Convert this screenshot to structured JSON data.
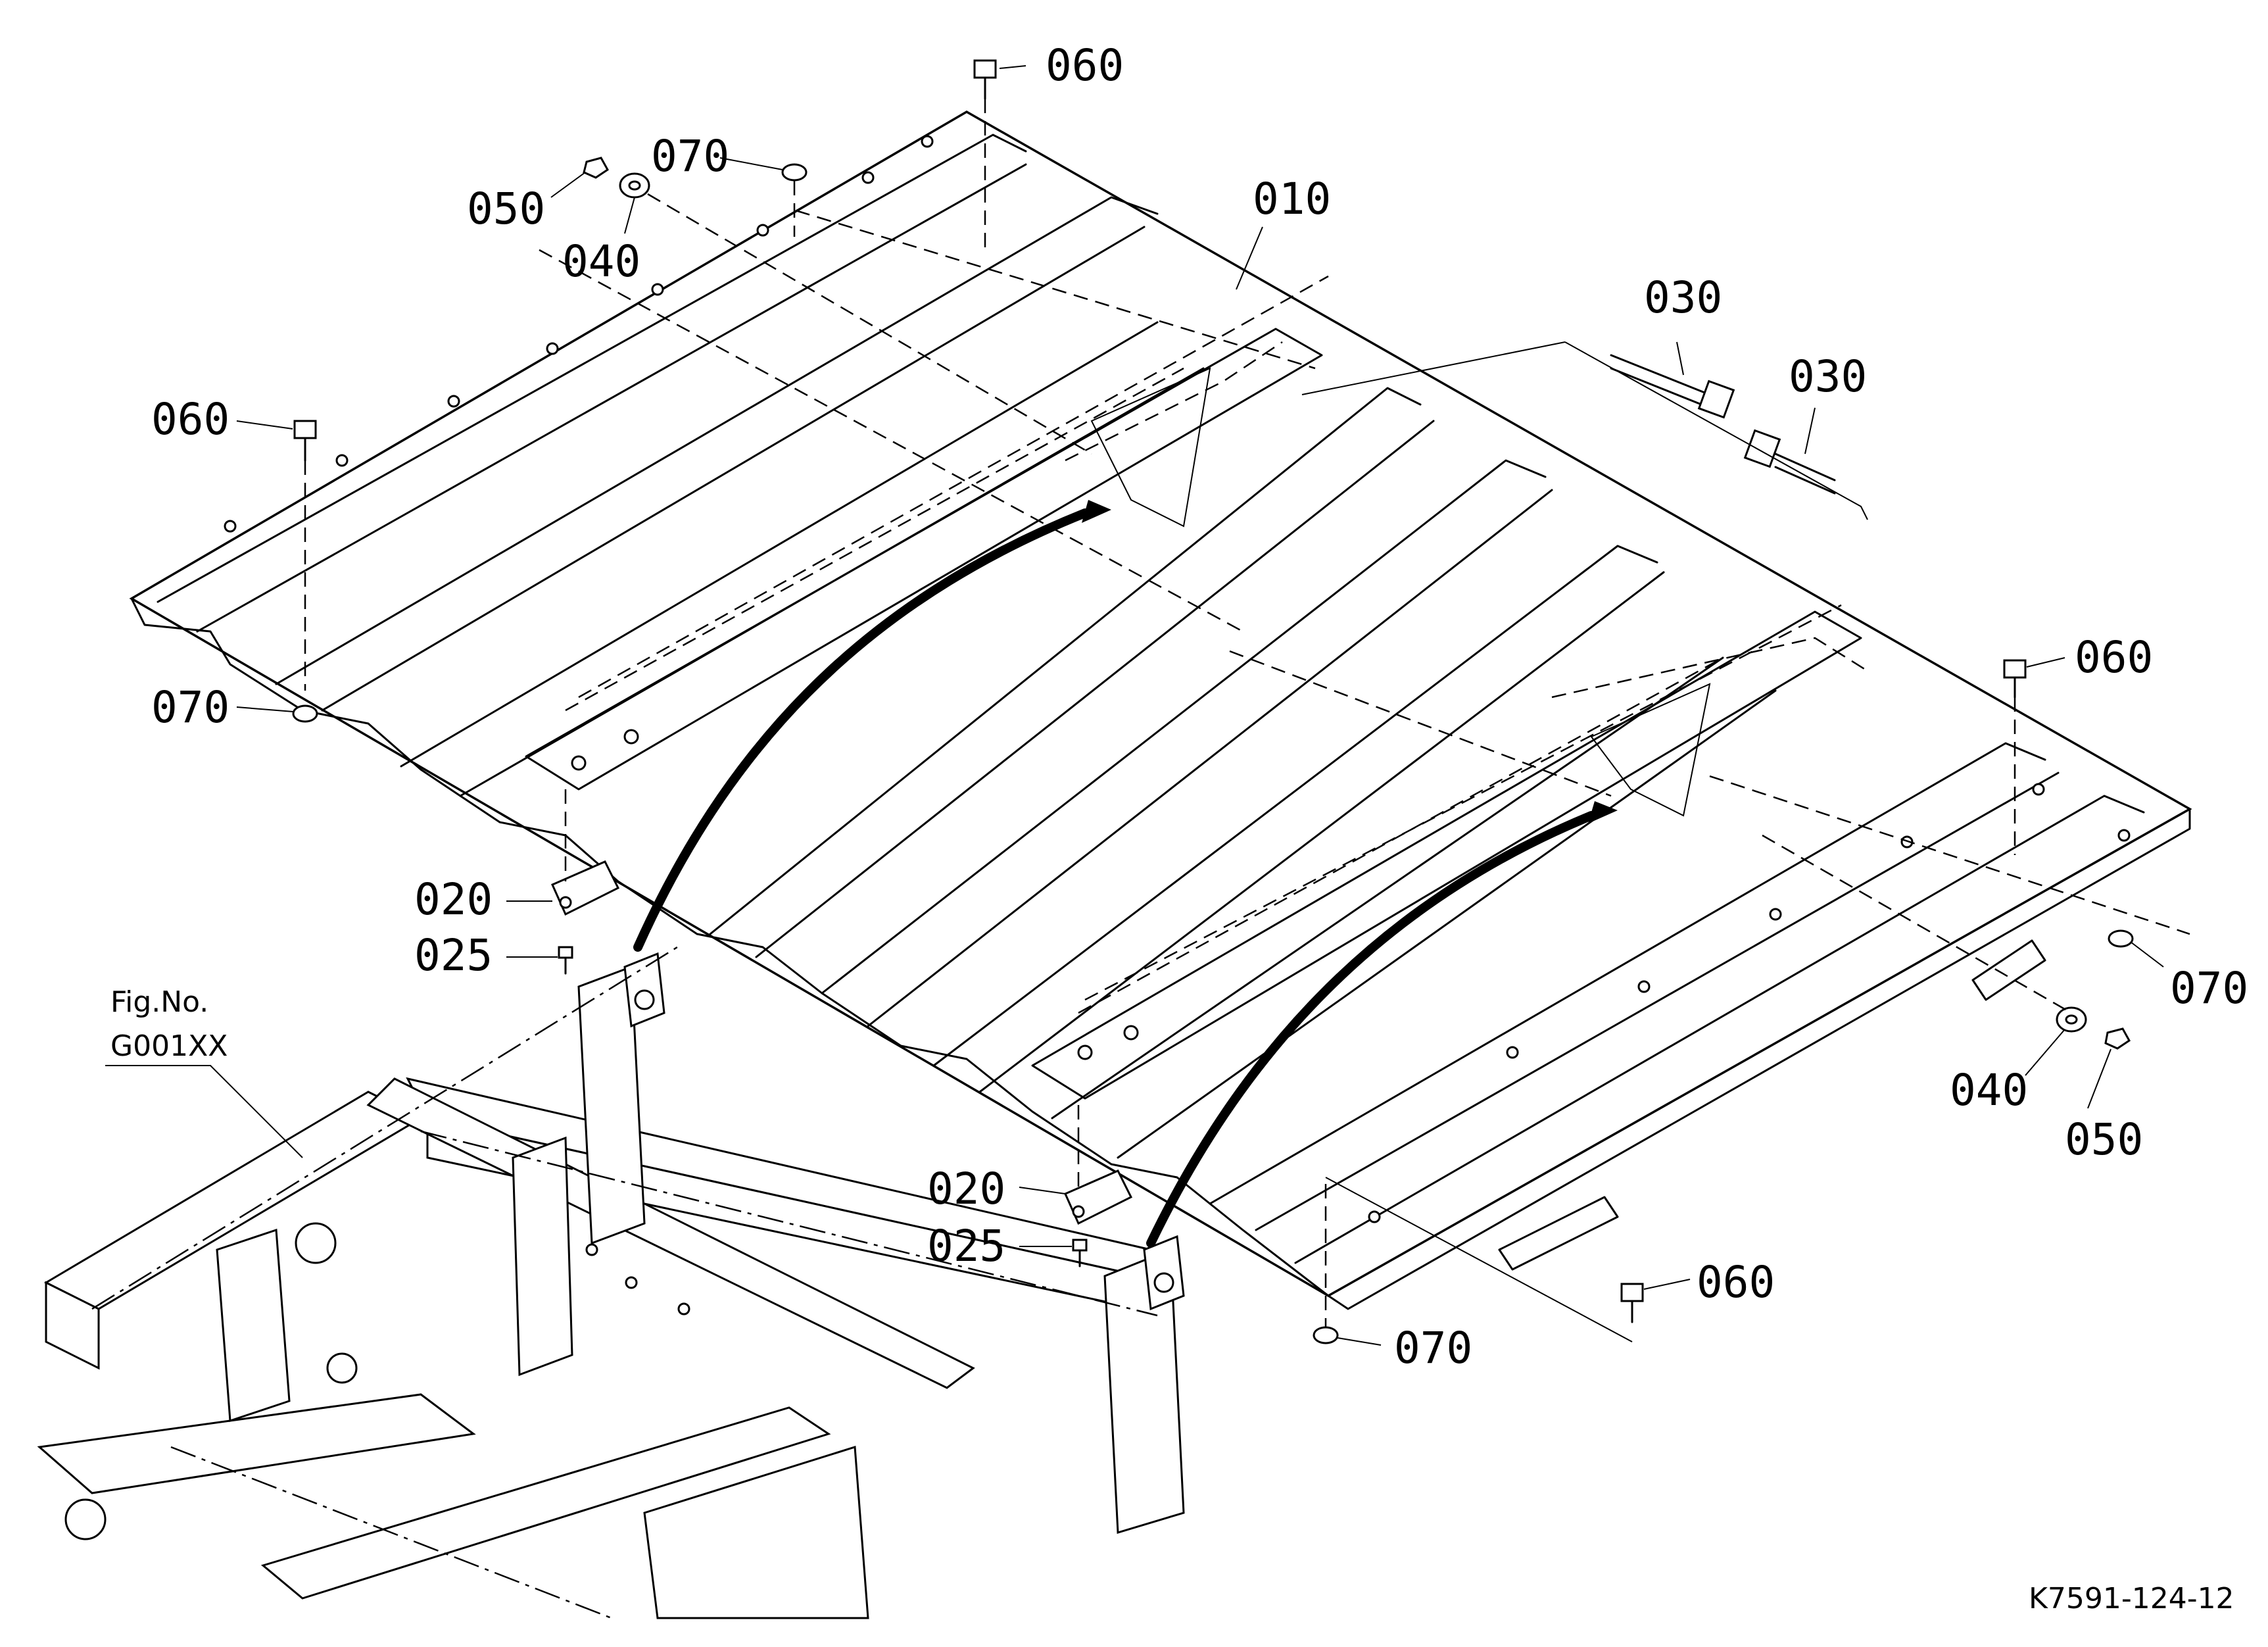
{
  "figure_ref": {
    "line1": "Fig.No.",
    "line2": "G001XX"
  },
  "drawing_code": "K7591-124-12",
  "callouts": {
    "p010": "010",
    "p020_left": "020",
    "p020_right": "020",
    "p025_left": "025",
    "p025_right": "025",
    "p030_a": "030",
    "p030_b": "030",
    "p040_left": "040",
    "p040_right": "040",
    "p050_left": "050",
    "p050_right": "050",
    "p060_top": "060",
    "p060_left": "060",
    "p060_right": "060",
    "p060_bottom": "060",
    "p070_top": "070",
    "p070_left": "070",
    "p070_right": "070",
    "p070_bottom": "070"
  }
}
